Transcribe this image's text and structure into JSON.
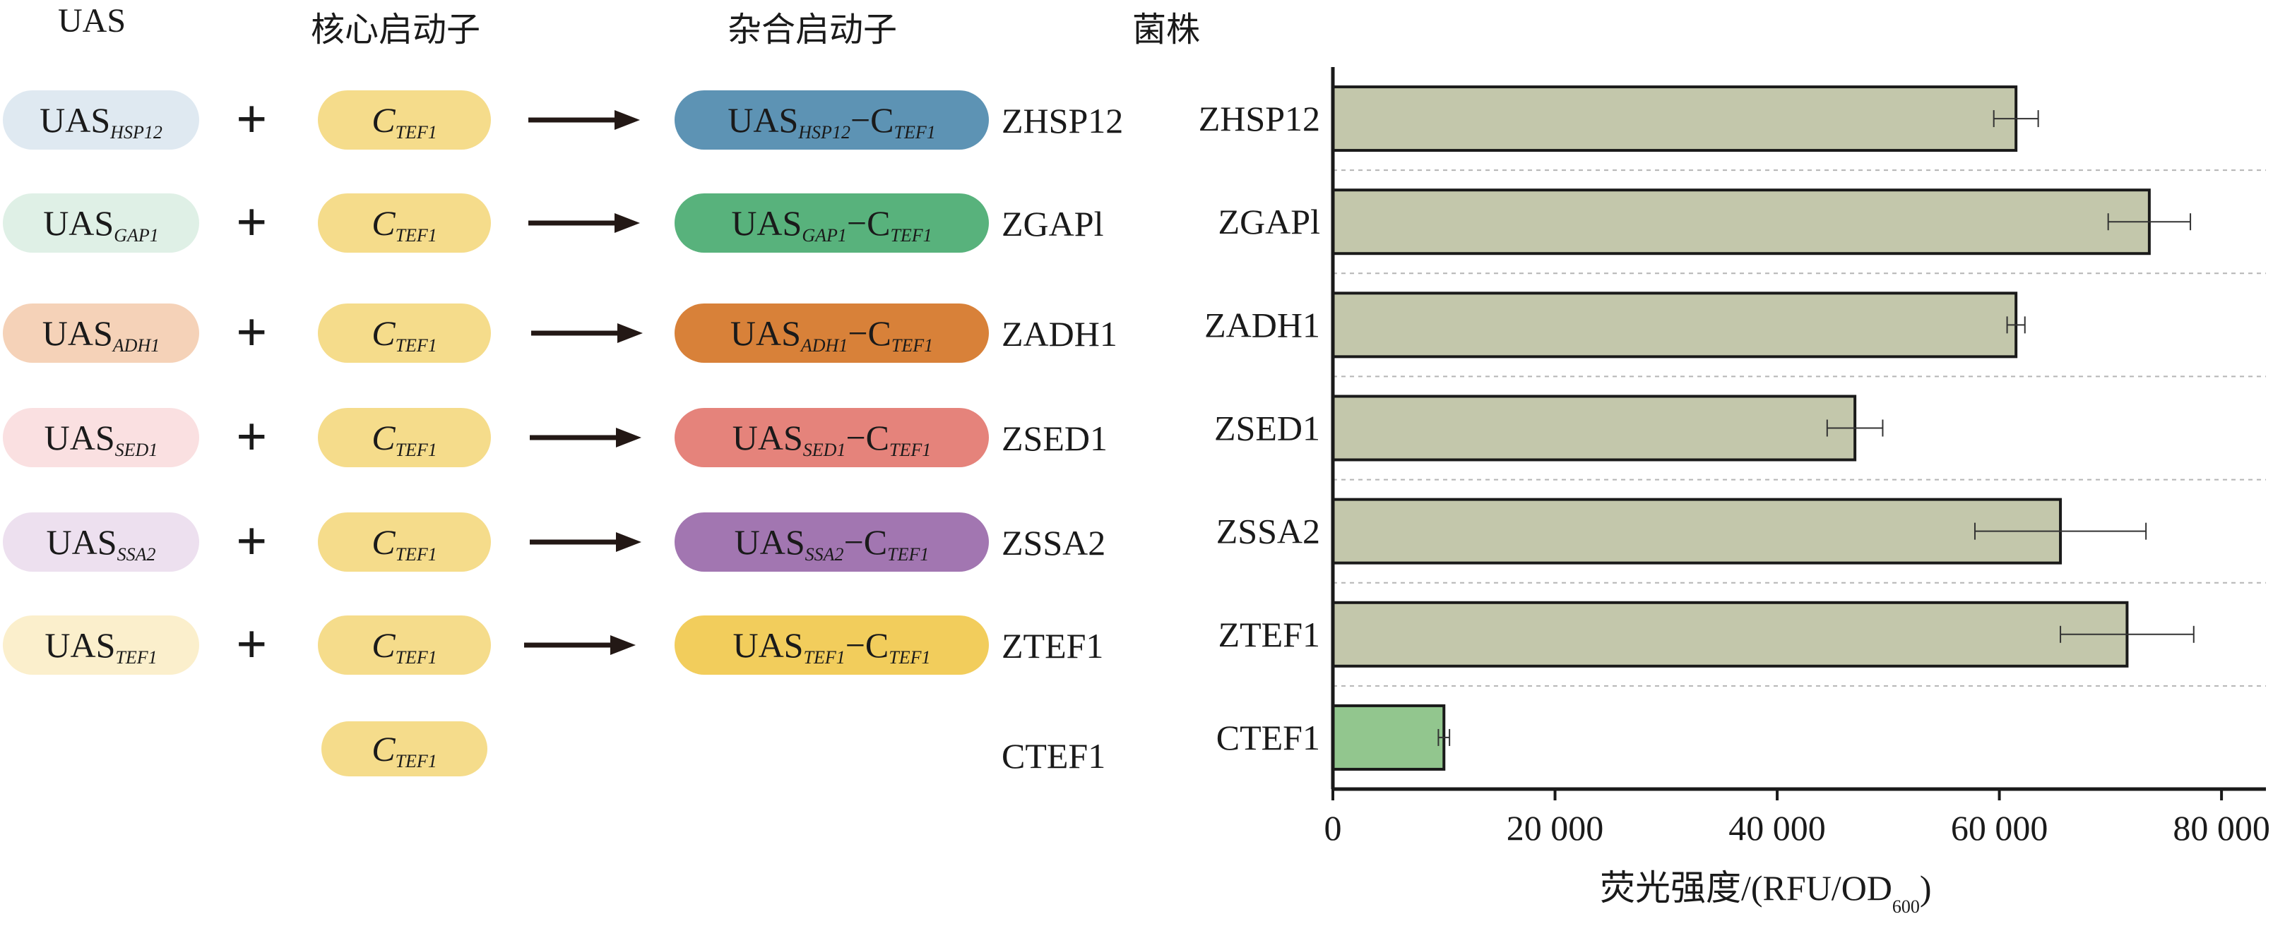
{
  "headers": {
    "uas": "UAS",
    "core": "核心启动子",
    "hybrid": "杂合启动子",
    "strain": "菌株"
  },
  "plus_symbol": "+",
  "core_label": "C",
  "core_sub": "TEF1",
  "uas_prefix": "UAS",
  "hybrid_joiner": "−C",
  "rows": [
    {
      "uas_sub": "HSP12",
      "uas_color": "#dfe9f1",
      "hybrid_color": "#5d93b4",
      "strain": "ZHSP12"
    },
    {
      "uas_sub": "GAP1",
      "uas_color": "#dff0e6",
      "hybrid_color": "#58b27c",
      "strain": "ZGAPl"
    },
    {
      "uas_sub": "ADH1",
      "uas_color": "#f5d2b8",
      "hybrid_color": "#d88139",
      "strain": "ZADH1"
    },
    {
      "uas_sub": "SED1",
      "uas_color": "#fae0e1",
      "hybrid_color": "#e5837b",
      "strain": "ZSED1"
    },
    {
      "uas_sub": "SSA2",
      "uas_color": "#ede0ef",
      "hybrid_color": "#a276b1",
      "strain": "ZSSA2"
    },
    {
      "uas_sub": "TEF1",
      "uas_color": "#fbefcc",
      "hybrid_color": "#f2cd5c",
      "strain": "ZTEF1"
    }
  ],
  "control_strain": "CTEF1",
  "core_color": "#f5dc8b",
  "chart_data": {
    "type": "bar",
    "orientation": "horizontal",
    "categories": [
      "ZHSP12",
      "ZGAPl",
      "ZADH1",
      "ZSED1",
      "ZSSA2",
      "ZTEF1",
      "CTEF1"
    ],
    "values": [
      61500,
      73500,
      61500,
      47000,
      65500,
      71500,
      10000
    ],
    "errors": [
      2000,
      3700,
      800,
      2500,
      7700,
      6000,
      500
    ],
    "bar_colors": [
      "#c3c7ab",
      "#c3c7ab",
      "#c3c7ab",
      "#c3c7ab",
      "#c3c7ab",
      "#c3c7ab",
      "#92c68e"
    ],
    "xlim": [
      0,
      84000
    ],
    "xticks": [
      0,
      20000,
      40000,
      60000,
      80000
    ],
    "xtick_labels": [
      "0",
      "20 000",
      "40 000",
      "60 000",
      "80 000"
    ],
    "xlabel_main": "荧光强度/(RFU/OD",
    "xlabel_sub": "600",
    "xlabel_end": ")",
    "grid": "horizontal dashed separators"
  }
}
